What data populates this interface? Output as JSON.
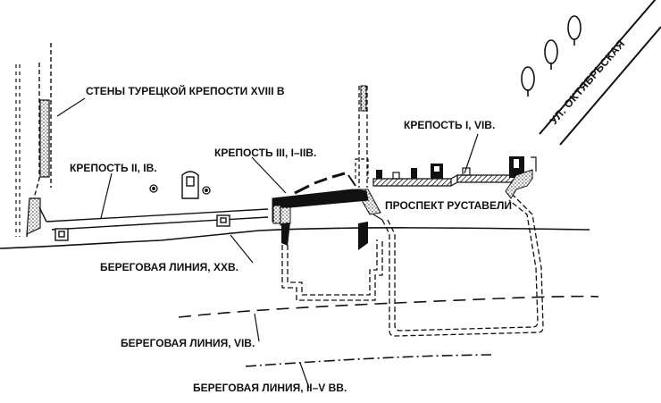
{
  "labels": {
    "turkish_walls": "СТЕНЫ ТУРЕЦКОЙ КРЕПОСТИ XVIII В",
    "fortress_2": "КРЕПОСТЬ II, IВ.",
    "fortress_3": "КРЕПОСТЬ III, I–IIВ.",
    "fortress_1": "КРЕПОСТЬ I, VIВ.",
    "street": "УЛ. ОКТЯБРЬСКАЯ",
    "avenue": "ПРОСПЕКТ РУСТАВЕЛИ",
    "shoreline_20": "БЕРЕГОВАЯ ЛИНИЯ, XXВ.",
    "shoreline_6": "БЕРЕГОВАЯ ЛИНИЯ, VIВ.",
    "shoreline_2_5": "БЕРЕГОВАЯ ЛИНИЯ, II–V ВВ."
  },
  "colors": {
    "ink": "#111111",
    "paper": "#ffffff"
  },
  "icons": {
    "tree": "tree-icon",
    "ruin_circle": "ruin-circle-icon"
  }
}
